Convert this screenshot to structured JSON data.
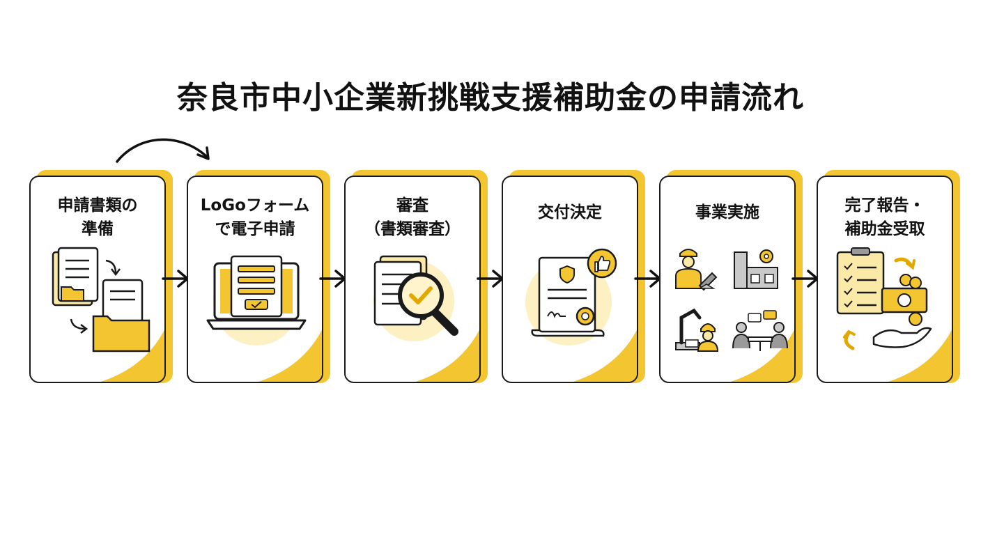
{
  "title": "奈良市中小企業新挑戦支援補助金の申請流れ",
  "colors": {
    "accent": "#f2c531",
    "accent_light": "#fbe9a8",
    "outline": "#1a1a1a"
  },
  "steps": [
    {
      "label": "申請書類の\n準備",
      "icon": "documents-folder-icon"
    },
    {
      "label": "LoGoフォーム\nで電子申請",
      "icon": "laptop-form-icon"
    },
    {
      "label": "審査\n（書類審査）",
      "icon": "magnifier-check-icon"
    },
    {
      "label": "交付決定",
      "icon": "certificate-thumbs-up-icon"
    },
    {
      "label": "事業実施",
      "icon": "business-activities-icon"
    },
    {
      "label": "完了報告・\n補助金受取",
      "icon": "checklist-money-icon"
    }
  ]
}
